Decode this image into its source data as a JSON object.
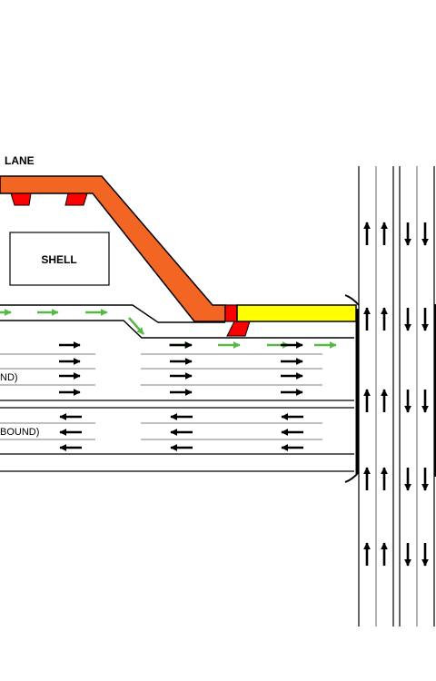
{
  "labels": {
    "lane_title": "LANE",
    "building": "SHELL",
    "eastbound_fragment": "ND)",
    "westbound_fragment": "BOUND)"
  },
  "colors": {
    "ramp": "#f26522",
    "merge_lane": "#ffff00",
    "marker": "#ff0000",
    "flow_arrow": "#58b947",
    "line": "#000000"
  },
  "icons": {
    "flow": "green-arrow-icon",
    "eastbound": "arrow-right-icon",
    "westbound": "arrow-left-icon",
    "northbound": "arrow-up-icon",
    "southbound": "arrow-down-icon"
  }
}
